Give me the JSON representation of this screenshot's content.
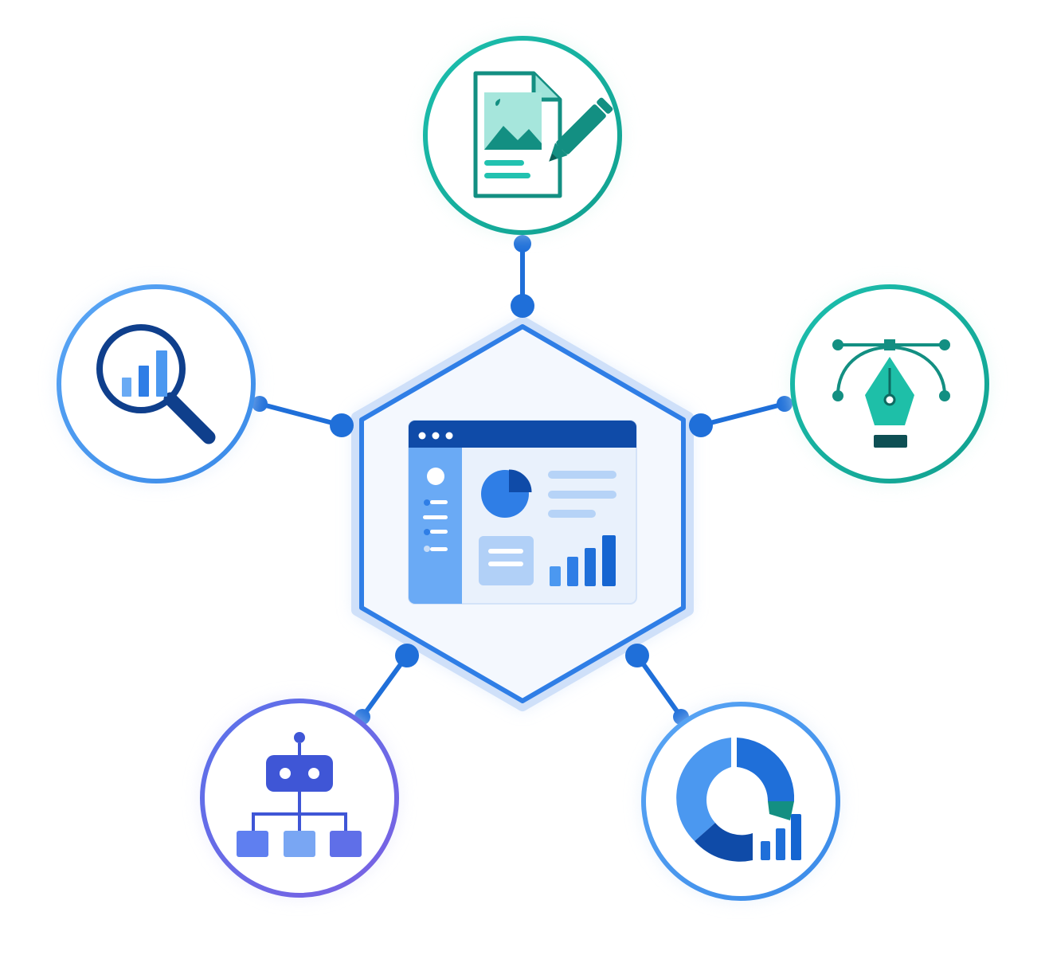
{
  "palette": {
    "background": "#ffffff",
    "hub_stroke": "#2f7ee6",
    "hub_fill": "#f3f7fd",
    "connector": "#1f6fd9",
    "node_teal": "#14a89a",
    "node_teal_light": "#22c2b0",
    "node_blue": "#4b98f0",
    "node_blue_dark": "#2d86e6",
    "node_indigo": "#6e6ae6",
    "dashboard_header": "#0f4ba8",
    "dashboard_sidebar": "#6aaaf5",
    "dashboard_body": "#e9f1fc"
  },
  "hub": {
    "name": "dashboard-hub",
    "icon": "dashboard-window-icon"
  },
  "nodes": [
    {
      "id": "content",
      "icon": "document-edit-icon",
      "color": "#14a89a"
    },
    {
      "id": "design",
      "icon": "pen-tool-bezier-icon",
      "color": "#22c2b0"
    },
    {
      "id": "analytics",
      "icon": "donut-chart-bars-icon",
      "color": "#2d86e6"
    },
    {
      "id": "automation",
      "icon": "robot-hierarchy-icon",
      "color": "#6e6ae6"
    },
    {
      "id": "research",
      "icon": "magnifier-bar-chart-icon",
      "color": "#4b98f0"
    }
  ]
}
